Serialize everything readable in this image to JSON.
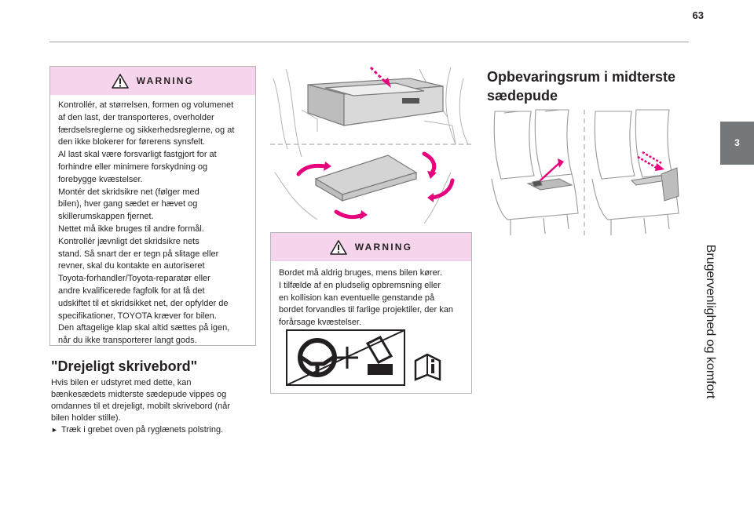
{
  "page": {
    "number": "63"
  },
  "side_tab": {
    "chapter": "3",
    "title": "Brugervenlighed og komfort"
  },
  "warning_1": {
    "label": "WARNING",
    "lines": [
      "Kontrollér, at størrelsen, formen og volumenet",
      "af den last, der transporteres, overholder",
      "færdselsreglerne og sikkerhedsreglerne, og at",
      "den ikke blokerer for førerens synsfelt.",
      "Al last skal være forsvarligt fastgjort for at",
      "forhindre eller minimere forskydning og",
      "forebygge kvæstelser.",
      "Montér det skridsikre net (følger med",
      "bilen), hver gang sædet er hævet og",
      "skillerumskappen fjernet.",
      "Nettet må ikke bruges til andre formål.",
      "Kontrollér jævnligt det skridsikre nets",
      "stand. Så snart der er tegn på slitage eller",
      "revner, skal du kontakte en autoriseret",
      "Toyota-forhandler/Toyota-reparatør eller",
      "andre kvalificerede fagfolk for at få det",
      "udskiftet til et skridsikket net, der opfylder de",
      "specifikationer, TOYOTA kræver for bilen.",
      "Den aftagelige klap skal altid sættes på igen,",
      "når du ikke transporterer langt gods."
    ]
  },
  "desk_section": {
    "heading": "\"Drejeligt skrivebord\"",
    "lines": [
      "Hvis bilen er udstyret med dette, kan",
      "bænkesædets midterste sædepude vippes og",
      "omdannes til et drejeligt, mobilt skrivebord (når",
      "bilen holder stille)."
    ],
    "bullet_symbol": "►",
    "bullet": "Træk i grebet oven på ryglænets polstring."
  },
  "warning_2": {
    "label": "WARNING",
    "lines": [
      "Bordet må aldrig bruges, mens bilen kører.",
      "I tilfælde af en pludselig opbremsning eller",
      "en kollision kan eventuelle genstande på",
      "bordet forvandles til farlige projektiler, der kan",
      "forårsage kvæstelser."
    ]
  },
  "storage_section": {
    "heading_line1": "Opbevaringsrum i midterste",
    "heading_line2": "sædepude"
  },
  "colors": {
    "warning_header_bg": "#f6d5ec",
    "arrow_accent": "#e6007e",
    "side_tab_bg": "#74787a",
    "line_art": "#9a9a9a"
  },
  "icons": [
    "warning-triangle-icon",
    "steering-wheel-icon",
    "plus-icon",
    "seat-icon",
    "manual-info-icon"
  ]
}
